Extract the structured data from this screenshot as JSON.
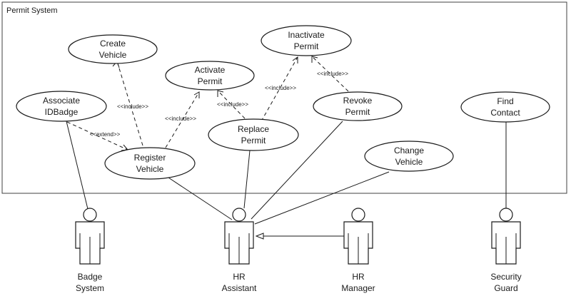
{
  "system": {
    "name": "Permit System"
  },
  "use_cases": {
    "create_vehicle": {
      "line1": "Create",
      "line2": "Vehicle"
    },
    "activate_permit": {
      "line1": "Activate",
      "line2": "Permit"
    },
    "inactivate_permit": {
      "line1": "Inactivate",
      "line2": "Permit"
    },
    "associate_idbadge": {
      "line1": "Associate",
      "line2": "IDBadge"
    },
    "revoke_permit": {
      "line1": "Revoke",
      "line2": "Permit"
    },
    "find_contact": {
      "line1": "Find",
      "line2": "Contact"
    },
    "replace_permit": {
      "line1": "Replace",
      "line2": "Permit"
    },
    "register_vehicle": {
      "line1": "Register",
      "line2": "Vehicle"
    },
    "change_vehicle": {
      "line1": "Change",
      "line2": "Vehicle"
    }
  },
  "stereotypes": {
    "include_register_create": "<<include>>",
    "include_register_activate": "<<include>>",
    "include_replace_activate": "<<include>>",
    "include_replace_inactivate": "<<include>>",
    "include_revoke_inactivate": "<<include>>",
    "extend_associate_register": "<<extend>>"
  },
  "actors": {
    "badge_system": {
      "line1": "Badge",
      "line2": "System"
    },
    "hr_assistant": {
      "line1": "HR",
      "line2": "Assistant"
    },
    "hr_manager": {
      "line1": "HR",
      "line2": "Manager"
    },
    "security_guard": {
      "line1": "Security",
      "line2": "Guard"
    }
  }
}
